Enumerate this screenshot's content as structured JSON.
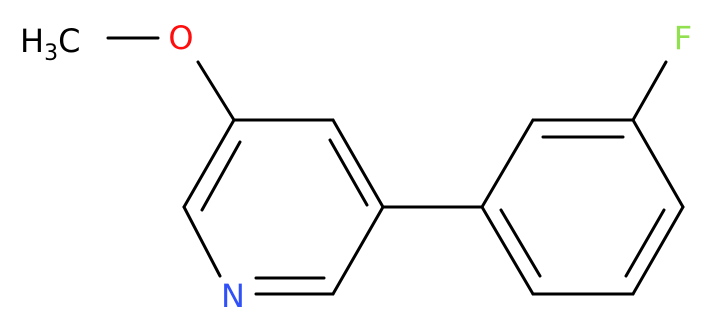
{
  "molecule": {
    "atoms": {
      "methyl_main": "H",
      "methyl_sub": "3",
      "methyl_tail": "C",
      "oxygen": "O",
      "nitrogen": "N",
      "fluorine": "F"
    },
    "colors": {
      "carbon": "#000000",
      "oxygen": "#ff0d0d",
      "nitrogen": "#3050f8",
      "fluorine": "#90e050"
    }
  }
}
